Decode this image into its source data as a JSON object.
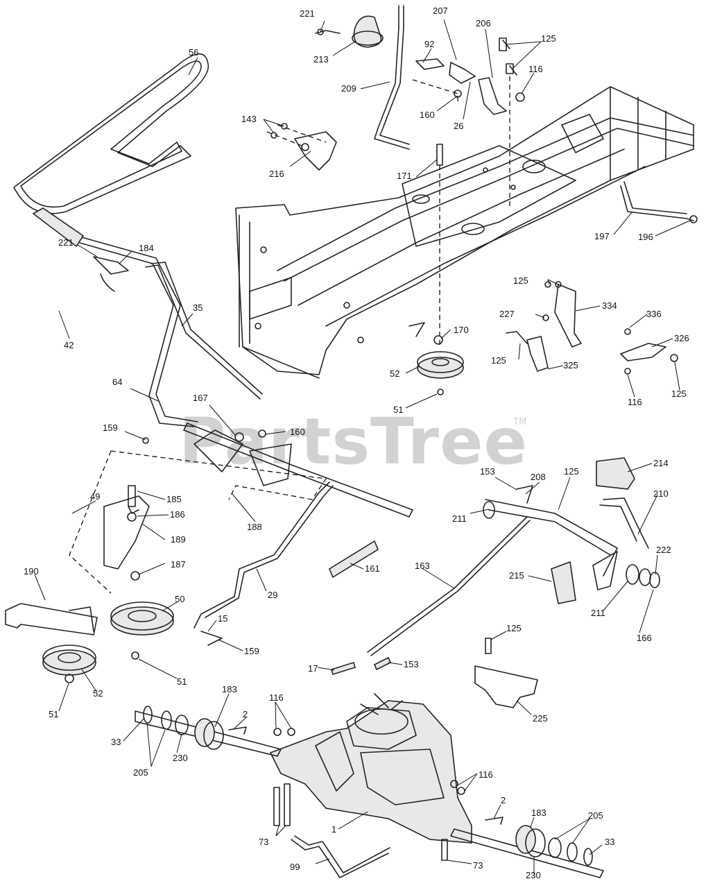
{
  "watermark": {
    "text": "PartsTree",
    "trademark": "TM"
  },
  "callouts": [
    {
      "id": "c221a",
      "label": "221"
    },
    {
      "id": "c213",
      "label": "213"
    },
    {
      "id": "c207",
      "label": "207"
    },
    {
      "id": "c206",
      "label": "206"
    },
    {
      "id": "c125a",
      "label": "125"
    },
    {
      "id": "c92",
      "label": "92"
    },
    {
      "id": "c116a",
      "label": "116"
    },
    {
      "id": "c209",
      "label": "209"
    },
    {
      "id": "c160a",
      "label": "160"
    },
    {
      "id": "c26",
      "label": "26"
    },
    {
      "id": "c56",
      "label": "56"
    },
    {
      "id": "c143",
      "label": "143"
    },
    {
      "id": "c216",
      "label": "216"
    },
    {
      "id": "c171",
      "label": "171"
    },
    {
      "id": "c197",
      "label": "197"
    },
    {
      "id": "c196",
      "label": "196"
    },
    {
      "id": "c221b",
      "label": "221"
    },
    {
      "id": "c184",
      "label": "184"
    },
    {
      "id": "c35",
      "label": "35"
    },
    {
      "id": "c42",
      "label": "42"
    },
    {
      "id": "c125b",
      "label": "125"
    },
    {
      "id": "c334",
      "label": "334"
    },
    {
      "id": "c227",
      "label": "227"
    },
    {
      "id": "c336",
      "label": "336"
    },
    {
      "id": "c326",
      "label": "326"
    },
    {
      "id": "c170",
      "label": "170"
    },
    {
      "id": "c125c",
      "label": "125"
    },
    {
      "id": "c325",
      "label": "325"
    },
    {
      "id": "c52a",
      "label": "52"
    },
    {
      "id": "c116b",
      "label": "116"
    },
    {
      "id": "c125d",
      "label": "125"
    },
    {
      "id": "c64",
      "label": "64"
    },
    {
      "id": "c51a",
      "label": "51"
    },
    {
      "id": "c167",
      "label": "167"
    },
    {
      "id": "c160b",
      "label": "160"
    },
    {
      "id": "c159a",
      "label": "159"
    },
    {
      "id": "c214",
      "label": "214"
    },
    {
      "id": "c153a",
      "label": "153"
    },
    {
      "id": "c208",
      "label": "208"
    },
    {
      "id": "c125e",
      "label": "125"
    },
    {
      "id": "c210",
      "label": "210"
    },
    {
      "id": "c49",
      "label": "49"
    },
    {
      "id": "c185",
      "label": "185"
    },
    {
      "id": "c186",
      "label": "186"
    },
    {
      "id": "c188",
      "label": "188"
    },
    {
      "id": "c211a",
      "label": "211"
    },
    {
      "id": "c189",
      "label": "189"
    },
    {
      "id": "c222",
      "label": "222"
    },
    {
      "id": "c187",
      "label": "187"
    },
    {
      "id": "c161",
      "label": "161"
    },
    {
      "id": "c163",
      "label": "163"
    },
    {
      "id": "c215",
      "label": "215"
    },
    {
      "id": "c190",
      "label": "190"
    },
    {
      "id": "c29",
      "label": "29"
    },
    {
      "id": "c211b",
      "label": "211"
    },
    {
      "id": "c50",
      "label": "50"
    },
    {
      "id": "c166",
      "label": "166"
    },
    {
      "id": "c15",
      "label": "15"
    },
    {
      "id": "c125f",
      "label": "125"
    },
    {
      "id": "c159b",
      "label": "159"
    },
    {
      "id": "c51b",
      "label": "51"
    },
    {
      "id": "c17",
      "label": "17"
    },
    {
      "id": "c153b",
      "label": "153"
    },
    {
      "id": "c52b",
      "label": "52"
    },
    {
      "id": "c225",
      "label": "225"
    },
    {
      "id": "c51c",
      "label": "51"
    },
    {
      "id": "c183a",
      "label": "183"
    },
    {
      "id": "c116c",
      "label": "116"
    },
    {
      "id": "c2a",
      "label": "2"
    },
    {
      "id": "c33a",
      "label": "33"
    },
    {
      "id": "c230a",
      "label": "230"
    },
    {
      "id": "c205a",
      "label": "205"
    },
    {
      "id": "c116d",
      "label": "116"
    },
    {
      "id": "c2b",
      "label": "2"
    },
    {
      "id": "c183b",
      "label": "183"
    },
    {
      "id": "c205b",
      "label": "205"
    },
    {
      "id": "c1",
      "label": "1"
    },
    {
      "id": "c73a",
      "label": "73"
    },
    {
      "id": "c33b",
      "label": "33"
    },
    {
      "id": "c99",
      "label": "99"
    },
    {
      "id": "c73b",
      "label": "73"
    },
    {
      "id": "c230b",
      "label": "230"
    }
  ]
}
